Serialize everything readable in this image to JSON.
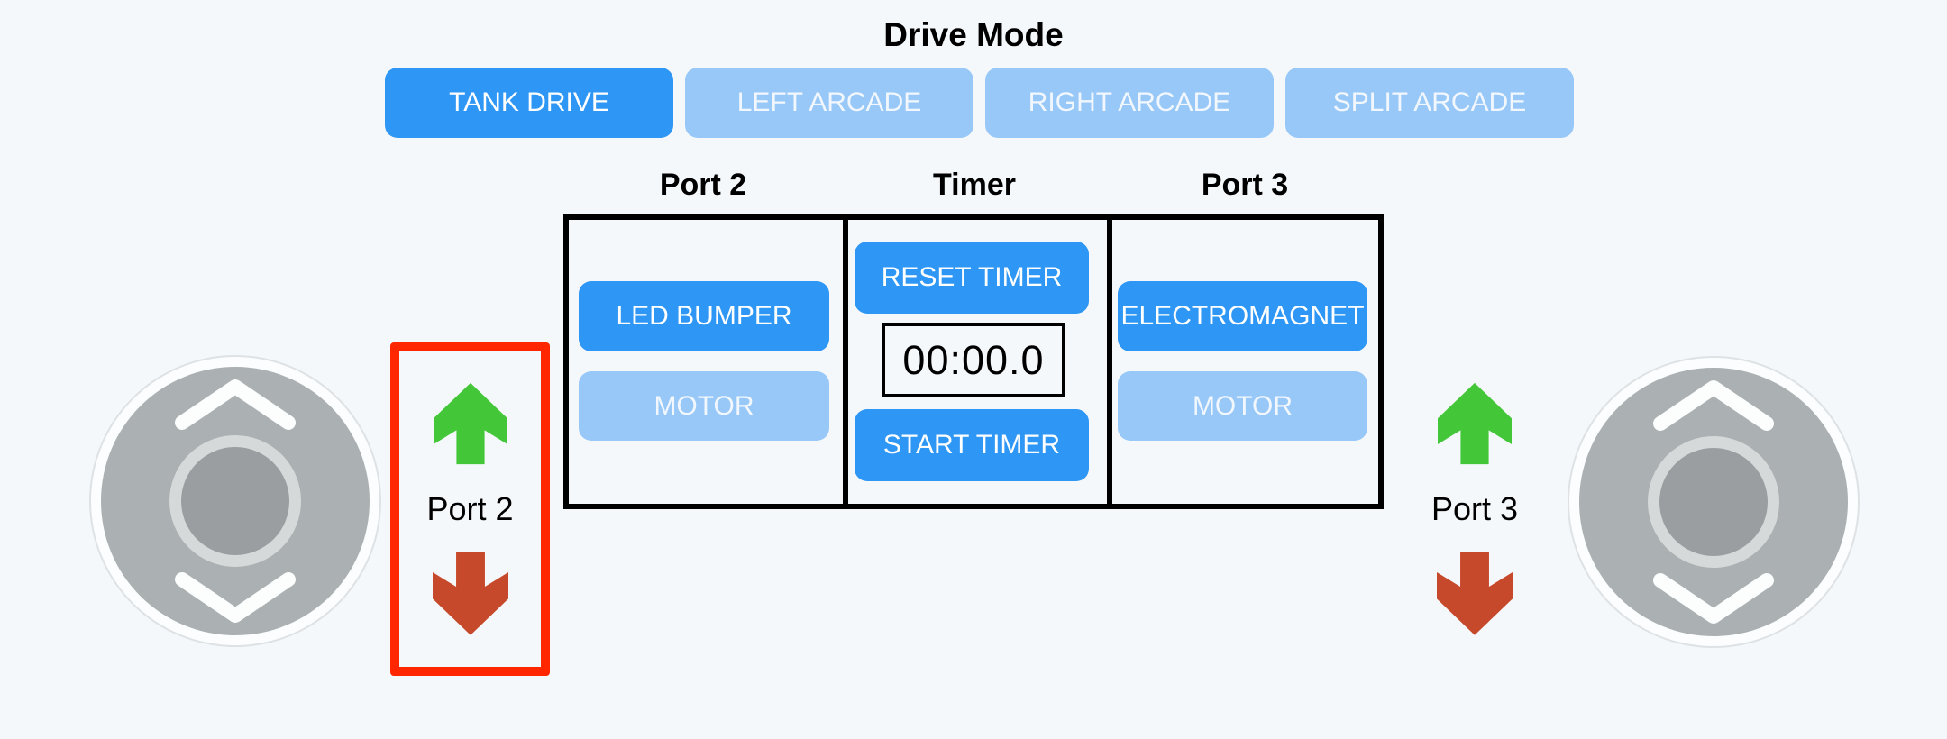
{
  "title": "Drive Mode",
  "drive_mode": {
    "options": [
      {
        "label": "TANK DRIVE",
        "active": true
      },
      {
        "label": "LEFT ARCADE",
        "active": false
      },
      {
        "label": "RIGHT ARCADE",
        "active": false
      },
      {
        "label": "SPLIT ARCADE",
        "active": false
      }
    ]
  },
  "control_panel": {
    "port2": {
      "header": "Port 2",
      "device_button": "LED BUMPER",
      "motor_button": "MOTOR"
    },
    "timer": {
      "header": "Timer",
      "reset_button": "RESET TIMER",
      "display": "00:00.0",
      "start_button": "START TIMER"
    },
    "port3": {
      "header": "Port 3",
      "device_button": "ELECTROMAGNET",
      "motor_button": "MOTOR"
    }
  },
  "left_stick_group": {
    "label": "Port 2",
    "highlighted": true
  },
  "right_stick_group": {
    "label": "Port 3",
    "highlighted": false
  },
  "colors": {
    "background": "#f4f8fa",
    "accent_blue": "#2e96f4",
    "light_blue": "#97c8f7",
    "arrow_green": "#43c738",
    "arrow_red": "#c7492b",
    "highlight_red": "#ff2600",
    "joy_base": "#abb0b2",
    "joy_ring": "#d6d9da",
    "joy_knob": "#9a9ea0"
  }
}
